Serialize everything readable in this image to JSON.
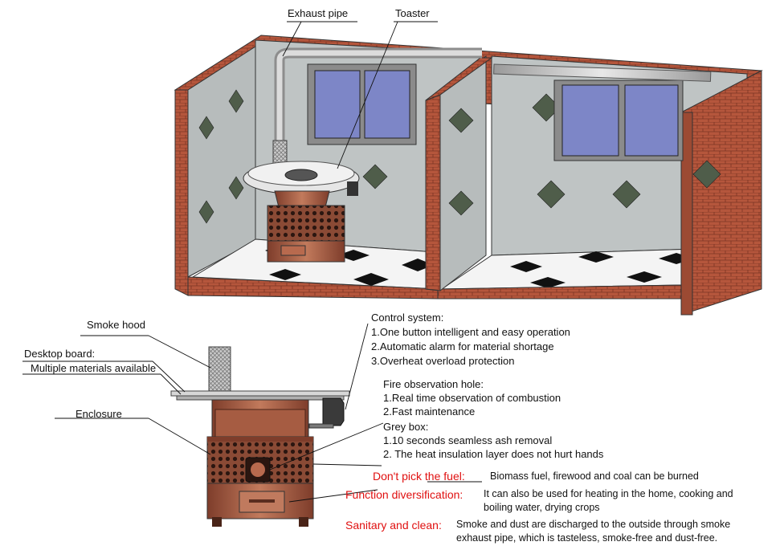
{
  "colors": {
    "brick": "#b5563c",
    "wall_tile": "#bfc4c4",
    "diamond": "#5b6a55",
    "copper": "#a0573f",
    "window": "#7d86c7",
    "pipe": "#c4c4c4",
    "highlight_text": "#e01010"
  },
  "callouts": {
    "exhaust_pipe": "Exhaust pipe",
    "toaster": "Toaster",
    "smoke_hood": "Smoke hood",
    "desktop_board": "Desktop board:",
    "multiple_materials": "Multiple materials available",
    "enclosure": "Enclosure"
  },
  "control_system": {
    "title": "Control system:",
    "items": [
      "1.One button intelligent and easy operation",
      "2.Automatic alarm for material shortage",
      "3.Overheat overload protection"
    ]
  },
  "fire_hole": {
    "title": "Fire observation hole:",
    "items": [
      "1.Real time observation of combustion",
      "2.Fast maintenance"
    ]
  },
  "grey_box": {
    "title": "Grey box:",
    "items": [
      "1.10 seconds seamless ash removal",
      "2. The heat insulation layer does not hurt hands"
    ]
  },
  "features": [
    {
      "label": "Don't pick the fuel:",
      "text": "Biomass fuel, firewood and coal can be burned"
    },
    {
      "label": "Function diversification:",
      "text": "It can also be used for heating in the home, cooking and boiling water, drying crops"
    },
    {
      "label": "Sanitary and clean:",
      "text": "Smoke and dust are discharged to the outside through smoke exhaust pipe, which is tasteless, smoke-free and dust-free."
    }
  ]
}
